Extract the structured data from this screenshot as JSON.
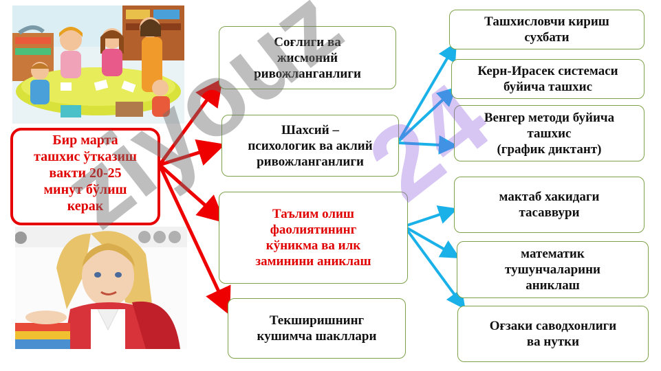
{
  "main_box": {
    "text": "Бир  марта\nташхис ўтказиш\nвакти 20-25\nминут бўлиш\nкерак"
  },
  "middle": [
    {
      "text": "Соғлиги ва\nжисмоний\nривожланганлиги"
    },
    {
      "text": "Шахсий –\nпсихологик ва аклий\nривожланганлиги"
    },
    {
      "text": "Таълим олиш\nфаолиятининг\nкўникма ва илк\nзаминини аниклаш"
    },
    {
      "text": "Текширишнинг\nкушимча шакллари"
    }
  ],
  "right": [
    {
      "text": "Ташхисловчи кириш\nсухбати"
    },
    {
      "text": "Керн-Ирасек системаси\nбуйича ташхис"
    },
    {
      "text": "Венгер методи буйича\nташхис\n(график диктант)"
    },
    {
      "text": "мактаб хакидаги\nтасаввури"
    },
    {
      "text": "математик\nтушунчаларини\nаниклаш"
    },
    {
      "text": "Оғзаки  саводхонлиги\nва нутки"
    }
  ],
  "watermark": "ziyouz",
  "colors": {
    "red_arrow": "#ee0000",
    "blue_arrow": "#1ab0e8",
    "box_border": "#7da24a",
    "main_border": "#e60000"
  }
}
